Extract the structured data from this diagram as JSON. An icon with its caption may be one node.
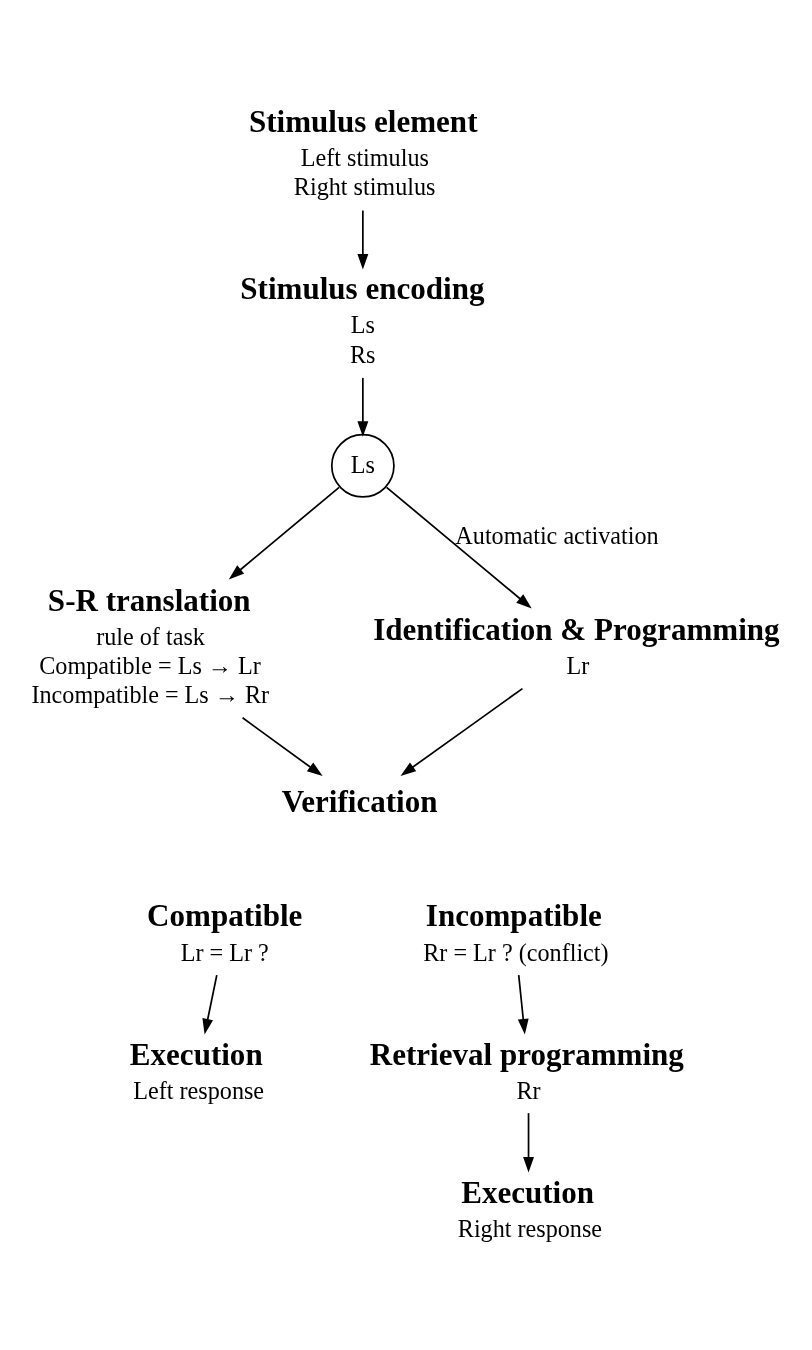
{
  "diagram": {
    "nodes": [
      {
        "text": [
          "Stimulus element",
          "Left stimulus",
          "Right stimulus"
        ]
      },
      {
        "text": [
          "Stimulus encoding",
          "Ls",
          "Rs"
        ]
      },
      {
        "text": [
          "Ls"
        ]
      },
      {
        "text": [
          "S-R translation",
          "rule of task",
          "Compatible = Ls → Lr",
          "Incompatible = Ls → Rr"
        ]
      },
      {
        "text": [
          "Identification & Programming",
          "Lr"
        ]
      },
      {
        "text": [
          "Verification"
        ]
      },
      {
        "text": [
          "Compatible",
          "Lr = Lr ?"
        ]
      },
      {
        "text": [
          "Incompatible",
          "Rr = Lr ? (conflict)"
        ]
      },
      {
        "text": [
          "Execution",
          "Left response"
        ]
      },
      {
        "text": [
          "Retrieval programming",
          "Rr"
        ]
      },
      {
        "text": [
          "Execution",
          "Right response"
        ]
      }
    ],
    "edges": [
      {
        "from": 0,
        "to": 1,
        "arrow": "to"
      },
      {
        "from": 1,
        "to": 2,
        "arrow": "to"
      },
      {
        "from": 2,
        "to": 3,
        "arrow": "to"
      },
      {
        "from": 2,
        "to": 4,
        "arrow": "to",
        "label": "Automatic activation"
      },
      {
        "from": 3,
        "to": 5,
        "arrow": "to"
      },
      {
        "from": 4,
        "to": 5,
        "arrow": "to"
      },
      {
        "from": 6,
        "to": 8,
        "arrow": "to"
      },
      {
        "from": 7,
        "to": 9,
        "arrow": "to"
      },
      {
        "from": 9,
        "to": 10,
        "arrow": "to"
      }
    ]
  }
}
